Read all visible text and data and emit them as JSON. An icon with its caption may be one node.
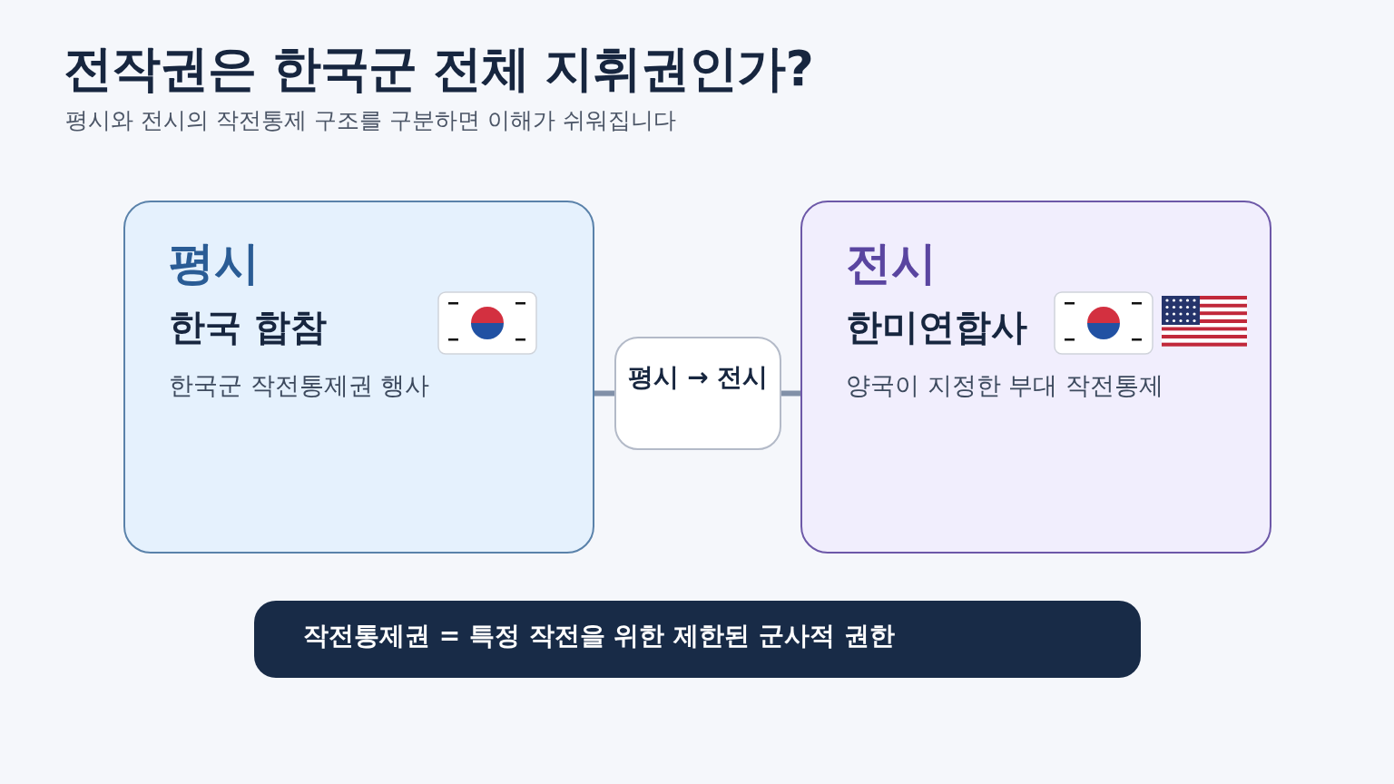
{
  "diagram": {
    "title": "전작권은 한국군 전체 지휘권인가?",
    "nodes": [
      {
        "text": [
          "평시",
          "한국 합참",
          "한국군 작전통제권 행사"
        ]
      },
      {
        "text": [
          "평시 → 전시"
        ]
      },
      {
        "text": [
          "전시",
          "한미연합사",
          "양국이 지정한 부대 작전통제"
        ]
      },
      {
        "text": [
          "작전통제권 = 특정 작전을 위한 제한된 군사적 권한"
        ]
      }
    ],
    "edges": [
      {
        "from": 0,
        "to": 1,
        "arrow": "none"
      },
      {
        "from": 1,
        "to": 2,
        "arrow": "none"
      }
    ],
    "labels": [
      "평시와 전시의 작전통제 구조를 구분하면 이해가 쉬워집니다"
    ]
  }
}
